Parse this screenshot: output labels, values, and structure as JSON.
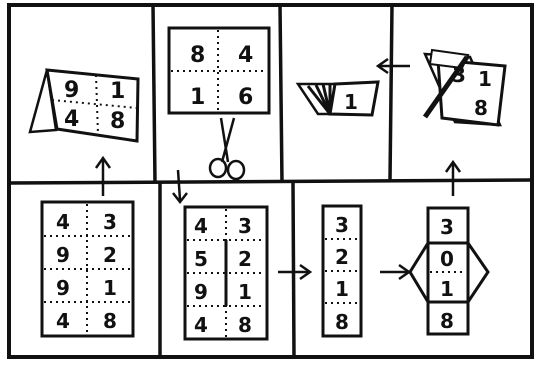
{
  "panels": [
    {
      "id": "tent-card",
      "labels": [
        "9",
        "1",
        "4",
        "8"
      ]
    },
    {
      "id": "cut-sheet",
      "labels": [
        "8",
        "4",
        "1",
        "6"
      ]
    },
    {
      "id": "fan-booklet",
      "labels": [
        "1"
      ]
    },
    {
      "id": "folded-booklet",
      "labels": [
        "3",
        "1",
        "8"
      ]
    },
    {
      "id": "strip-pages",
      "labels": [
        "4",
        "3",
        "9",
        "2",
        "9",
        "1",
        "4",
        "8"
      ]
    },
    {
      "id": "slit-sheet",
      "labels": [
        "4",
        "3",
        "5",
        "2",
        "9",
        "1",
        "4",
        "8"
      ]
    },
    {
      "id": "long-strip",
      "labels": [
        "3",
        "2",
        "1",
        "8"
      ]
    },
    {
      "id": "opened-diamond",
      "labels": [
        "3",
        "0",
        "1",
        "8"
      ]
    }
  ],
  "colors": {
    "ink": "#111111",
    "paper": "#ffffff"
  }
}
